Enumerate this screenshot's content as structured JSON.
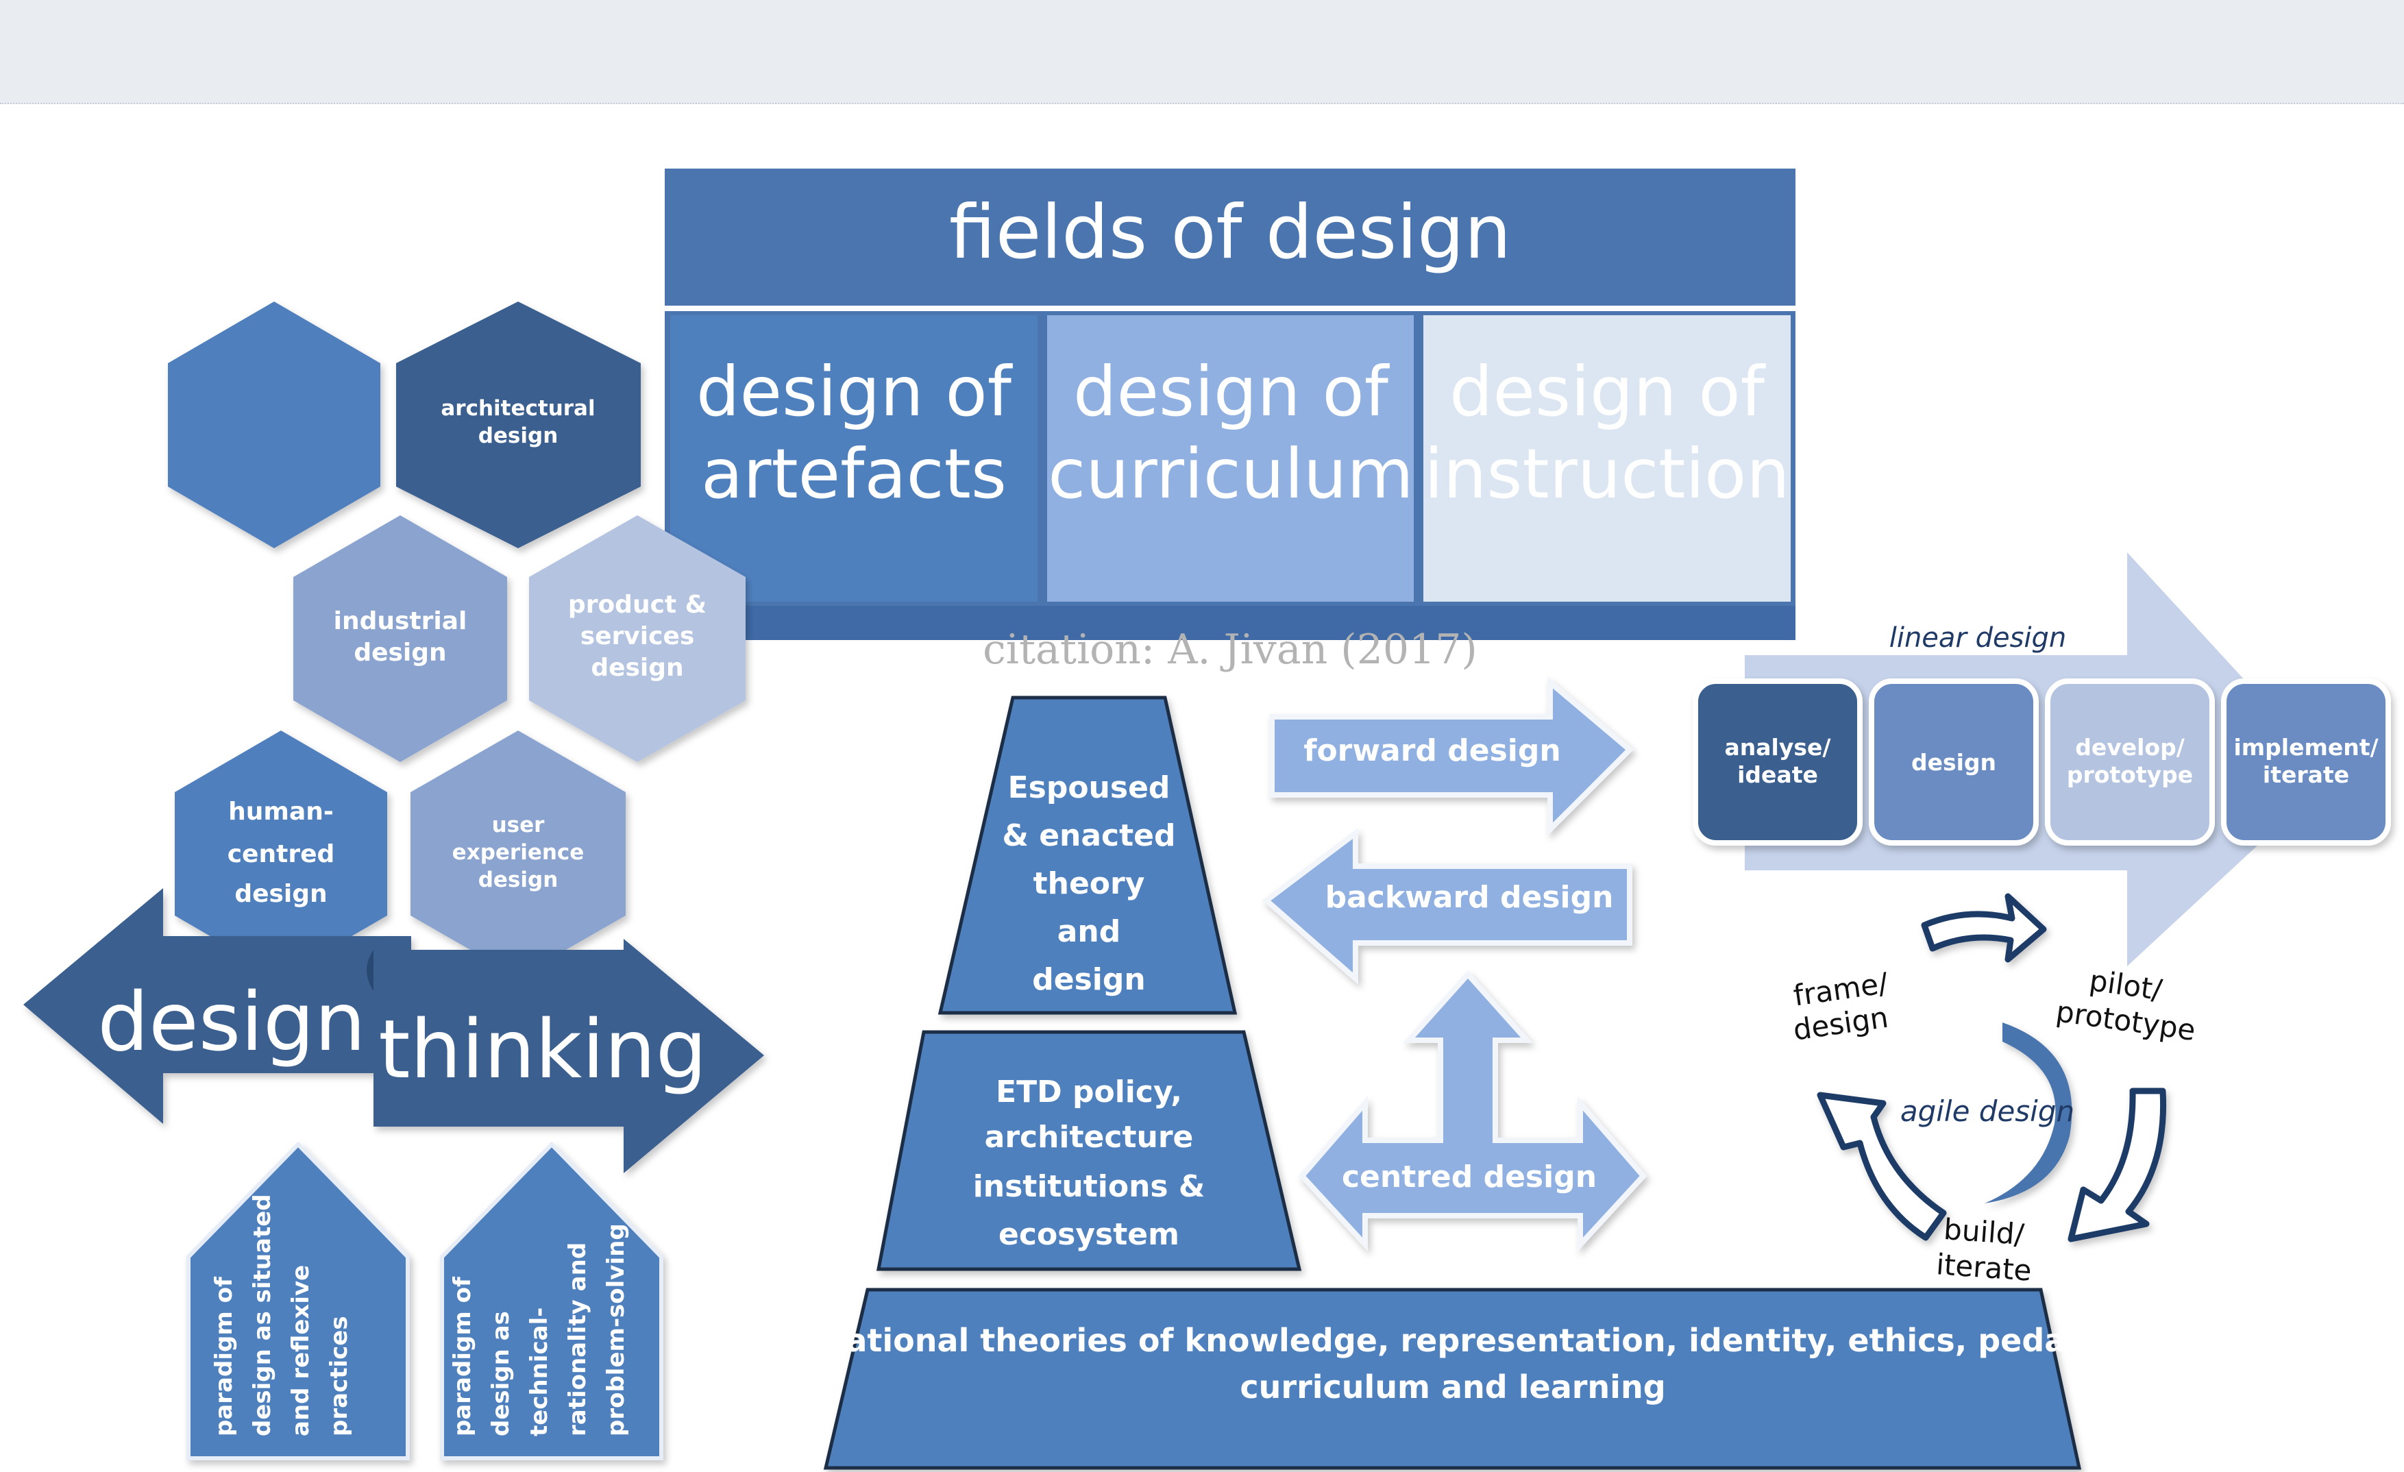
{
  "fields_of_design": {
    "title": "fields of design",
    "columns": [
      {
        "line1": "design of",
        "line2": "artefacts"
      },
      {
        "line1": "design of",
        "line2": "curriculum"
      },
      {
        "line1": "design of",
        "line2": "instruction"
      }
    ]
  },
  "citation": "citation: A. Jivan (2017)",
  "hexagons": [
    {
      "lines": [
        "",
        ""
      ]
    },
    {
      "lines": [
        "architectural",
        "design"
      ]
    },
    {
      "lines": [
        "industrial",
        "design"
      ]
    },
    {
      "lines": [
        "product &",
        "services",
        "design"
      ]
    },
    {
      "lines": [
        "human-",
        "centred",
        "design"
      ]
    },
    {
      "lines": [
        "user",
        "experience",
        "design"
      ]
    }
  ],
  "design_thinking": {
    "left": "design",
    "right": "thinking"
  },
  "paradigms": [
    {
      "lines": [
        "paradigm of",
        "design as situated",
        "and reflexive",
        "practices"
      ]
    },
    {
      "lines": [
        "paradigm of",
        "design as",
        "technical-",
        "rationality and",
        "problem-solving"
      ]
    }
  ],
  "pyramid": {
    "top": [
      "Espoused",
      "& enacted",
      "theory",
      "and",
      "design"
    ],
    "middle": [
      "ETD policy,",
      "architecture",
      "institutions &",
      "ecosystem"
    ],
    "base": [
      "foundational theories of knowledge, representation, identity, ethics, pedagogy,",
      "curriculum and learning"
    ]
  },
  "directional": {
    "forward": "forward design",
    "backward": "backward design",
    "centred": "centred design"
  },
  "linear": {
    "label": "linear design",
    "steps": [
      {
        "lines": [
          "analyse/",
          "ideate"
        ]
      },
      {
        "lines": [
          "design"
        ]
      },
      {
        "lines": [
          "develop/",
          "prototype"
        ]
      },
      {
        "lines": [
          "implement/",
          "iterate"
        ]
      }
    ]
  },
  "agile": {
    "label": "agile design",
    "frame": [
      "frame/",
      "design"
    ],
    "pilot": [
      "pilot/",
      "prototype"
    ],
    "build": [
      "build/",
      "iterate"
    ]
  },
  "colors": {
    "dark": "#3a5f8f",
    "header": "#4a75ae",
    "mid": "#5482bf",
    "light": "#8fb0e0",
    "pale": "#dce6f3",
    "hexLight": "#8aa4cf",
    "hexPale": "#b3c3e0",
    "arrowPale": "#c5d2ea",
    "text": "#ffffff"
  }
}
